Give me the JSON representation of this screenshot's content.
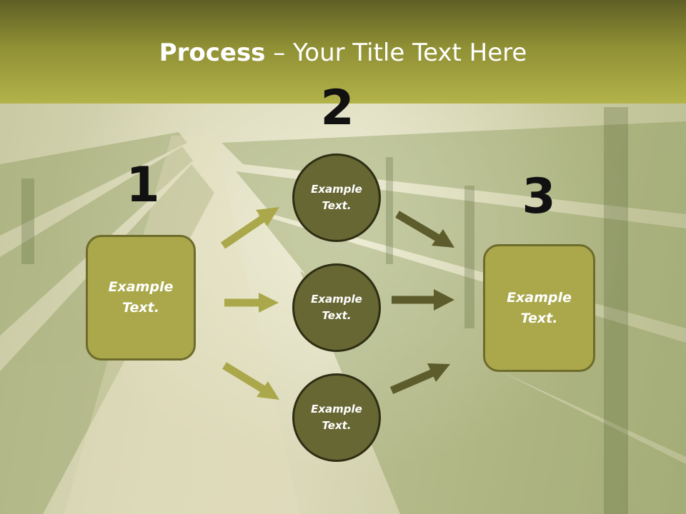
{
  "title": {
    "strong": "Process",
    "rest": " – Your Title Text Here"
  },
  "steps": [
    {
      "number": "1",
      "label": "Example\nText."
    },
    {
      "number": "2",
      "circles": [
        {
          "label": "Example\nText."
        },
        {
          "label": "Example\nText."
        },
        {
          "label": "Example\nText."
        }
      ]
    },
    {
      "number": "3",
      "label": "Example\nText."
    }
  ],
  "colors": {
    "header": "#8f8f35",
    "box_fill": "#aaa84a",
    "box_border": "#6e6c2c",
    "circle_fill": "#676734",
    "circle_border": "#2e2e14",
    "arrow_light": "#aaa84a",
    "arrow_dark": "#5c5c2c"
  }
}
